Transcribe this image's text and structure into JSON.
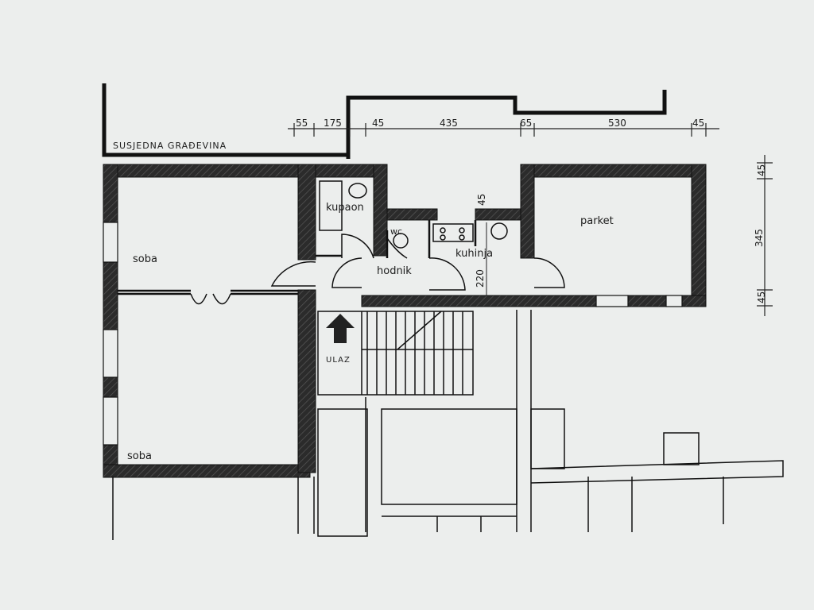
{
  "plan": {
    "neighbor_label": "SUSJEDNA GRAĐEVINA",
    "dimensions_top": [
      "55",
      "175",
      "45",
      "435",
      "65",
      "530",
      "45"
    ],
    "dimensions_right": [
      "45",
      "345",
      "45"
    ],
    "dimension_kitchen_top": "45",
    "dimension_corridor_depth": "220",
    "rooms": {
      "room1": "soba",
      "room2": "soba",
      "bathroom": "kupaon",
      "wc": "wc",
      "kitchen": "kuhinja",
      "hall": "hodnik",
      "parquet_room": "parket"
    },
    "entrance": "ULAZ"
  }
}
